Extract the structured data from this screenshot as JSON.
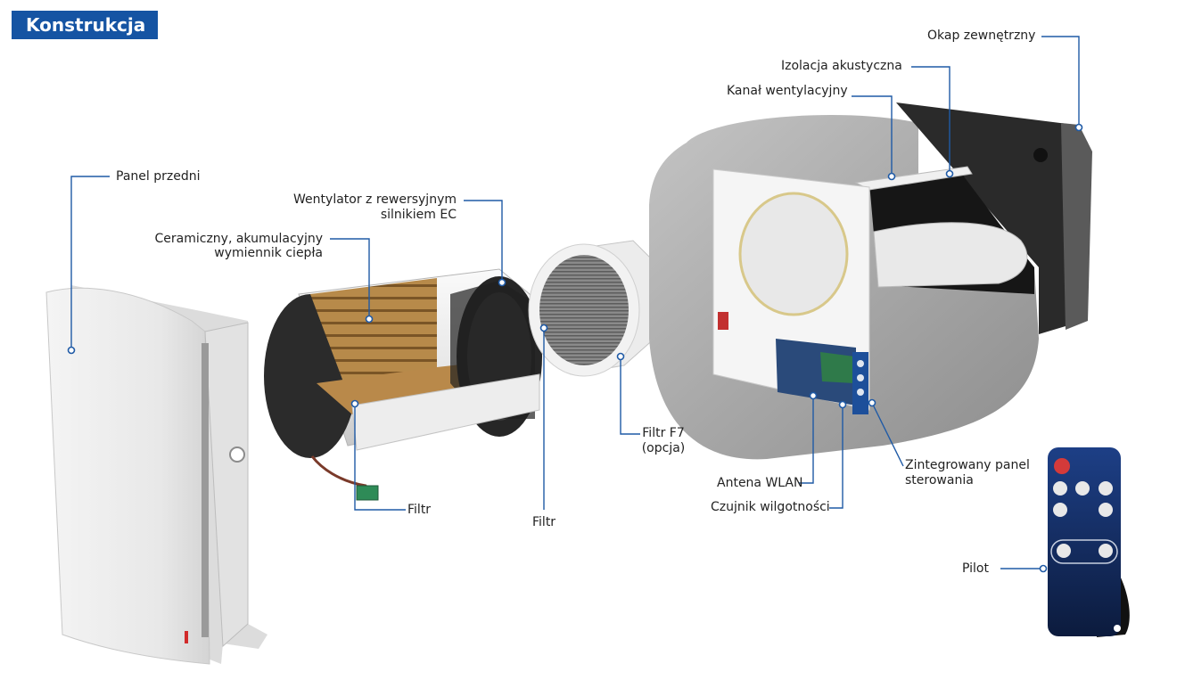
{
  "title": "Konstrukcja",
  "labels": {
    "okap": "Okap zewnętrzny",
    "izolacja": "Izolacja akustyczna",
    "kanal": "Kanał wentylacyjny",
    "panel_przedni": "Panel przedni",
    "wentylator_1": "Wentylator z rewersyjnym",
    "wentylator_2": "silnikiem EC",
    "ceramiczny_1": "Ceramiczny, akumulacyjny",
    "ceramiczny_2": "wymiennik ciepła",
    "filtr_a": "Filtr",
    "filtr_b": "Filtr",
    "filtr_f7_1": "Filtr F7",
    "filtr_f7_2": "(opcja)",
    "antena": "Antena WLAN",
    "czujnik": "Czujnik wilgotności",
    "zintegrowany_1": "Zintegrowany panel",
    "zintegrowany_2": "sterowania",
    "pilot": "Pilot"
  },
  "colors": {
    "accent": "#1554a3",
    "leader": "#1f5aa6"
  },
  "remote_buttons": [
    "power-icon",
    "speed-3-icon",
    "speed-2-icon",
    "speed-1-icon",
    "recirculation-icon",
    "ventilation-icon",
    "boost-icon",
    "timer-icon"
  ]
}
